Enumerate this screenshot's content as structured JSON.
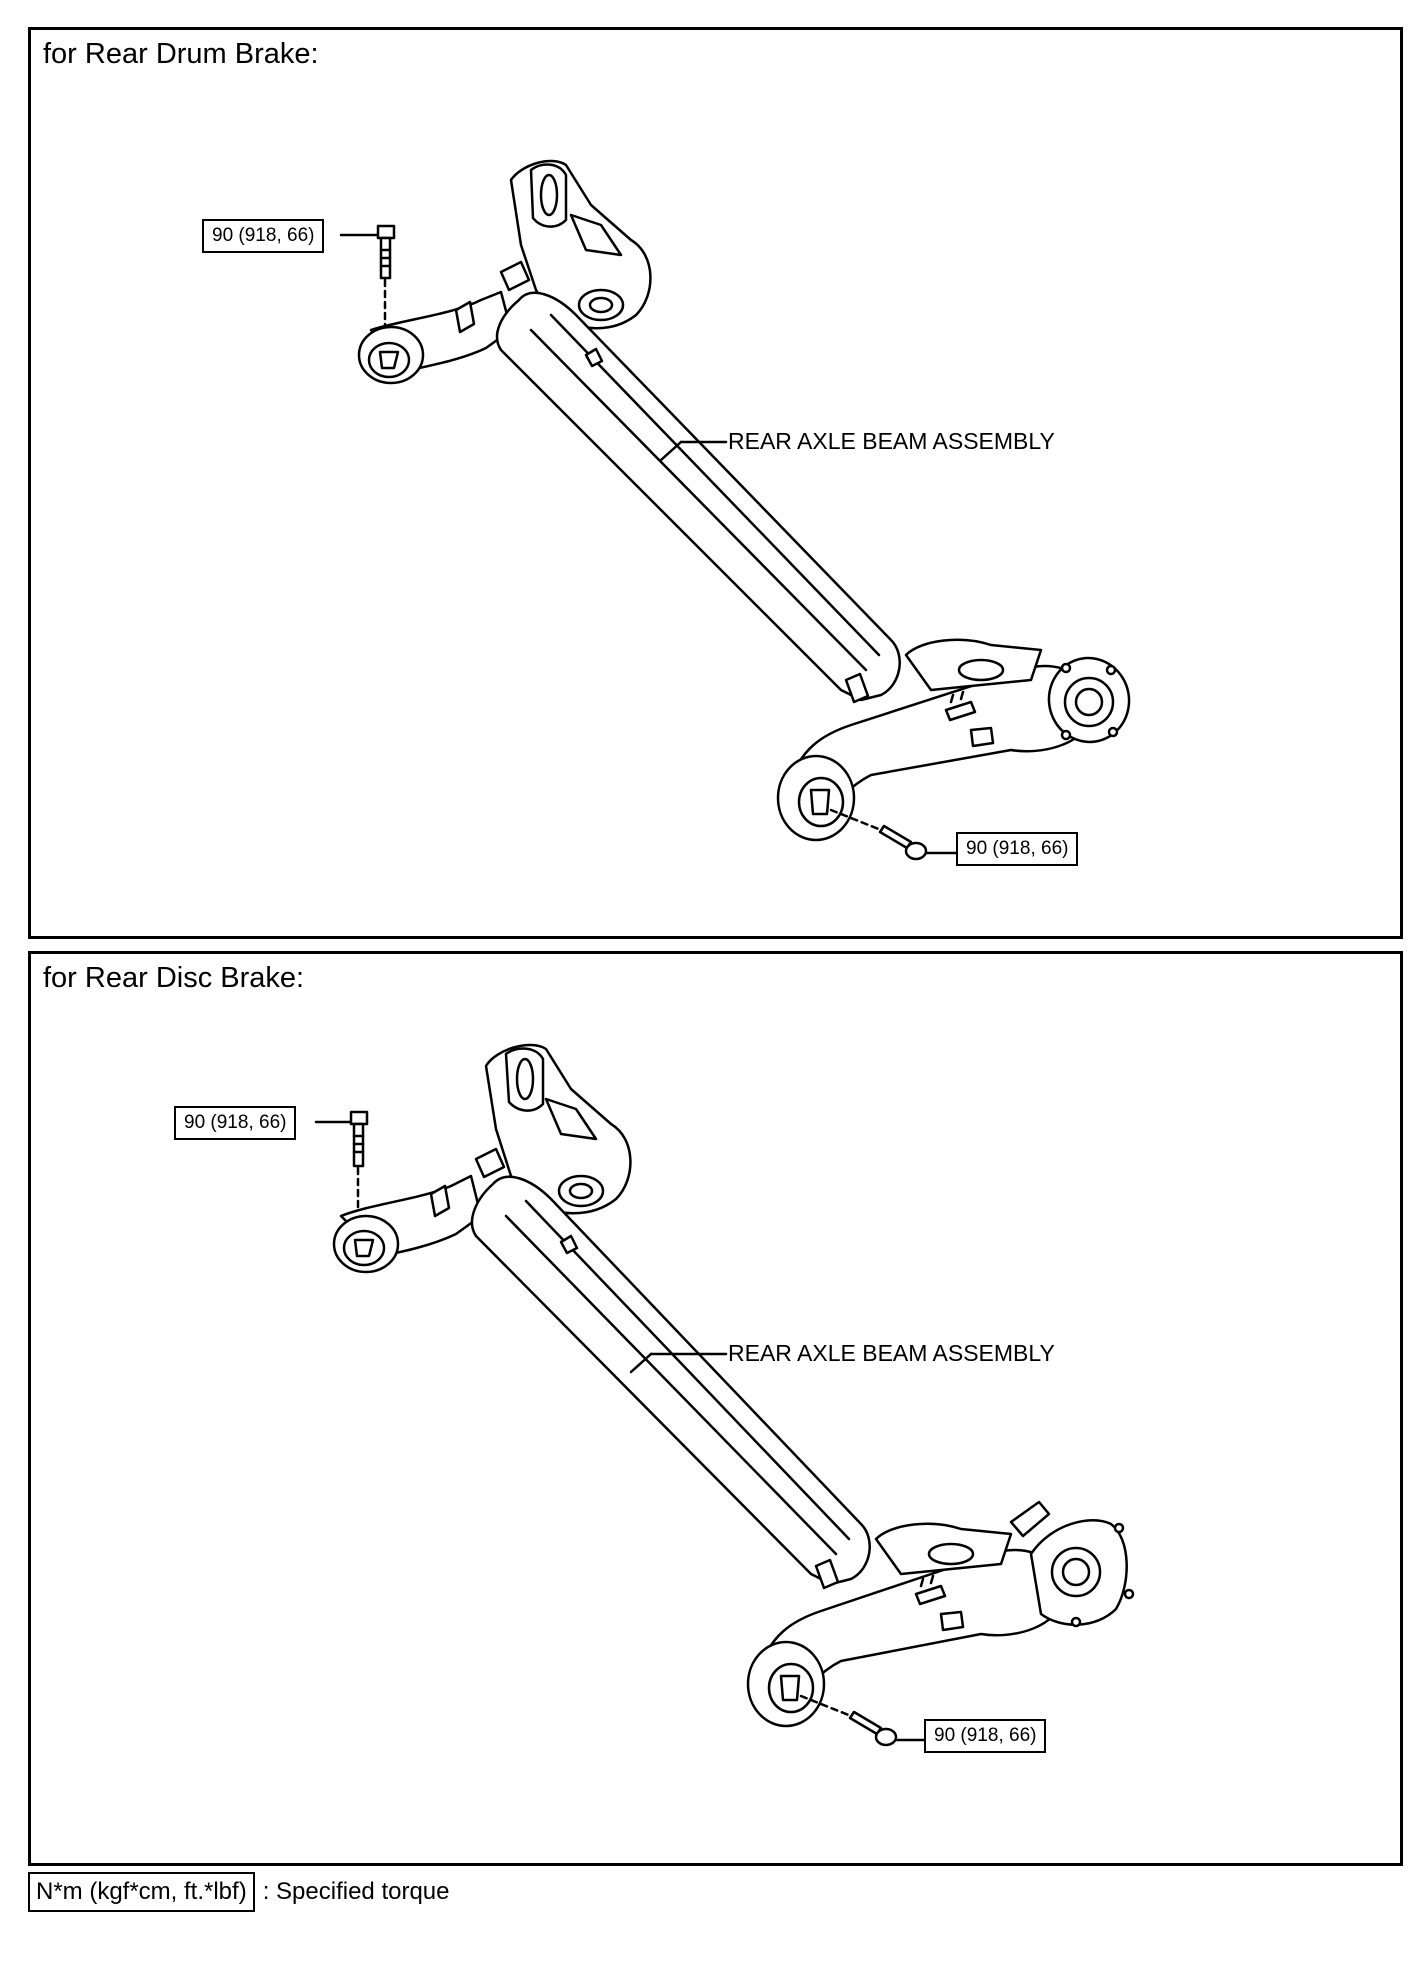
{
  "panels": [
    {
      "title": "for Rear Drum Brake:",
      "part_label": "REAR AXLE BEAM ASSEMBLY",
      "torque_top": "90 (918, 66)",
      "torque_bottom": "90 (918, 66)"
    },
    {
      "title": "for Rear Disc Brake:",
      "part_label": "REAR AXLE BEAM ASSEMBLY",
      "torque_top": "90 (918, 66)",
      "torque_bottom": "90 (918, 66)"
    }
  ],
  "legend": {
    "unit_box": "N*m (kgf*cm, ft.*lbf)",
    "description": ": Specified torque"
  }
}
